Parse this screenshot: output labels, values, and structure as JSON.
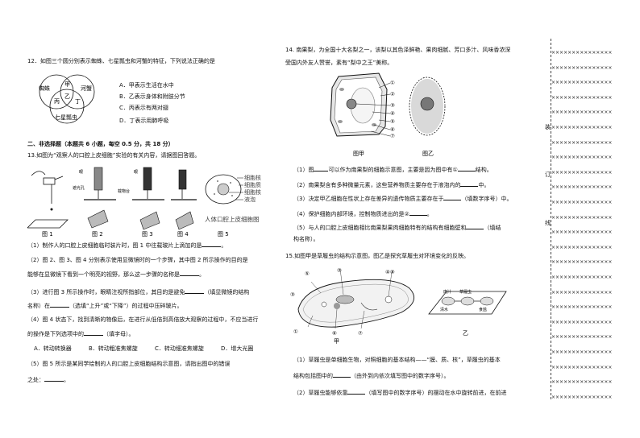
{
  "q12": {
    "stem": "12．如图三个圆分别表示蜘蛛、七星瓢虫和河蟹的特征，下列说法正确的是",
    "venn": {
      "spider": "蜘蛛",
      "crab": "河蟹",
      "ladybug": "七星瓢虫",
      "jia": "甲",
      "yi": "乙",
      "bing": "丙",
      "ding": "丁"
    },
    "options": [
      "A．甲表示生活在水中",
      "B．乙表示身体和附肢分节",
      "C．丙表示有两对翅",
      "D．丁表示用肺呼吸"
    ]
  },
  "section2": "二、非选择题（本题共 6 小题，每空 0.5 分，共 18 分）",
  "q13": {
    "stem": "13.如图为“观察人的口腔上皮细胞”实验的有关内容，请据图回答题。",
    "fig_labels": [
      "图 1",
      "图 2",
      "图 3",
      "图 4",
      "图 5"
    ],
    "fig2_labels": {
      "eye": "眼",
      "light": "遮光孔",
      "stage": "载物台",
      "eye2": "眼"
    },
    "fig5_labels": [
      "细胞核",
      "细胞质",
      "细胞核",
      "液泡"
    ],
    "fig5_caption": "人体口腔上皮细胞图",
    "q1": "（1）制作人的口腔上皮细胞临时装片时，图 1 中往载玻片上滴加的是",
    "q1_end": "。",
    "q2_l1": "（2）图 2、图 3、图 4 分别表示使用显微镜时的一个步骤，其中图 2 所示操作的目的是",
    "q2_l2": "能够在显微镜下看到一个明亮的视野，那么这一步骤的名称是",
    "q2_l2_end": "。",
    "q3_l1": "（3）进行图 3 所示操作时，眼睛注视所指部位，其目的是避免",
    "q3_l1_end": "（填显微镜的结构",
    "q3_l2": "名称）在",
    "q3_l2_end": "（选填“上升”或“下降”）的过程中压碎玻片。",
    "q4_l1": "（4）图 4 状态下，找到清晰的物像后，在进行从低倍到高倍放大观察的过程中，不应当进行",
    "q4_l2": "的操作是下列选项中的",
    "q4_l2_end": "（填字母）。",
    "q4_options": [
      "A．转动转换器",
      "B．转动粗准焦螺旋",
      "C．转动细准焦螺旋",
      "D．增大光圈"
    ],
    "q5_l1": "（5）图 5 所示是某同学绘制的人的口腔上皮细胞结构示意图，请指出图中的错误",
    "q5_l2": "之处：",
    "q5_l2_end": "。"
  },
  "q14": {
    "stem_l1": "14. 南果梨，为全国十大名梨之一，该梨以其色泽鲜艳、果肉细腻、芳口多汁、风味香浓深",
    "stem_l2": "受国内外友人赞誉，素有“梨中之王”美称。",
    "nums": [
      "①",
      "②",
      "③",
      "④",
      "⑤",
      "⑥",
      "⑦"
    ],
    "fig_labels": [
      "图甲",
      "图乙"
    ],
    "q1": "（1）图",
    "q1_mid": "可以作为南果梨的细胞示意图，主要是因为图中有①",
    "q1_end": "结构。",
    "q2": "（2）南果梨含有多种微量元素，这些营养物质主要存在于液泡内的",
    "q2_end": "中。",
    "q3": "（3）决定甲乙细胞在性状上存在差异的遗传物质主要存在于",
    "q3_end": "（填数字序号）中。",
    "q4": "（4）保护细胞内部环境，控制物质进出的是②",
    "q4_end": "。",
    "q5_l1": "（5）与人的口腔上皮细胞相比南果梨果肉细胞特有的结构有细胞壁和",
    "q5_l1_end": "（填结",
    "q5_l2": "构名称）。"
  },
  "q15": {
    "stem": "15.如图甲是草履虫的结构示意图，图乙是探究草履虫对环境变化的反映。",
    "jia_nums": [
      "⑤",
      "④⑧",
      "①",
      "②",
      "③",
      "⑥",
      "⑦"
    ],
    "yi_labels": {
      "meat": "肉汁",
      "ladybug": "草履虫",
      "salt": "食盐",
      "water": "清水"
    },
    "fig_labels": [
      "甲",
      "乙"
    ],
    "q1_l1": "（1）草履虫是单细胞生物，对照细胞的基本结构——“膜、质、核”，草履虫的基本",
    "q1_l2": "结构包括图中的",
    "q1_l2_end": "（由外到内依次填写图中的数字序号）。",
    "q2": "（2）草履虫能够依靠",
    "q2_end": "（填写图中的数字序号）的摆动在水中旋转前进，在前进"
  },
  "margin": {
    "stars": "×××××××××××××××",
    "chars": [
      "装",
      "订",
      "线"
    ]
  }
}
